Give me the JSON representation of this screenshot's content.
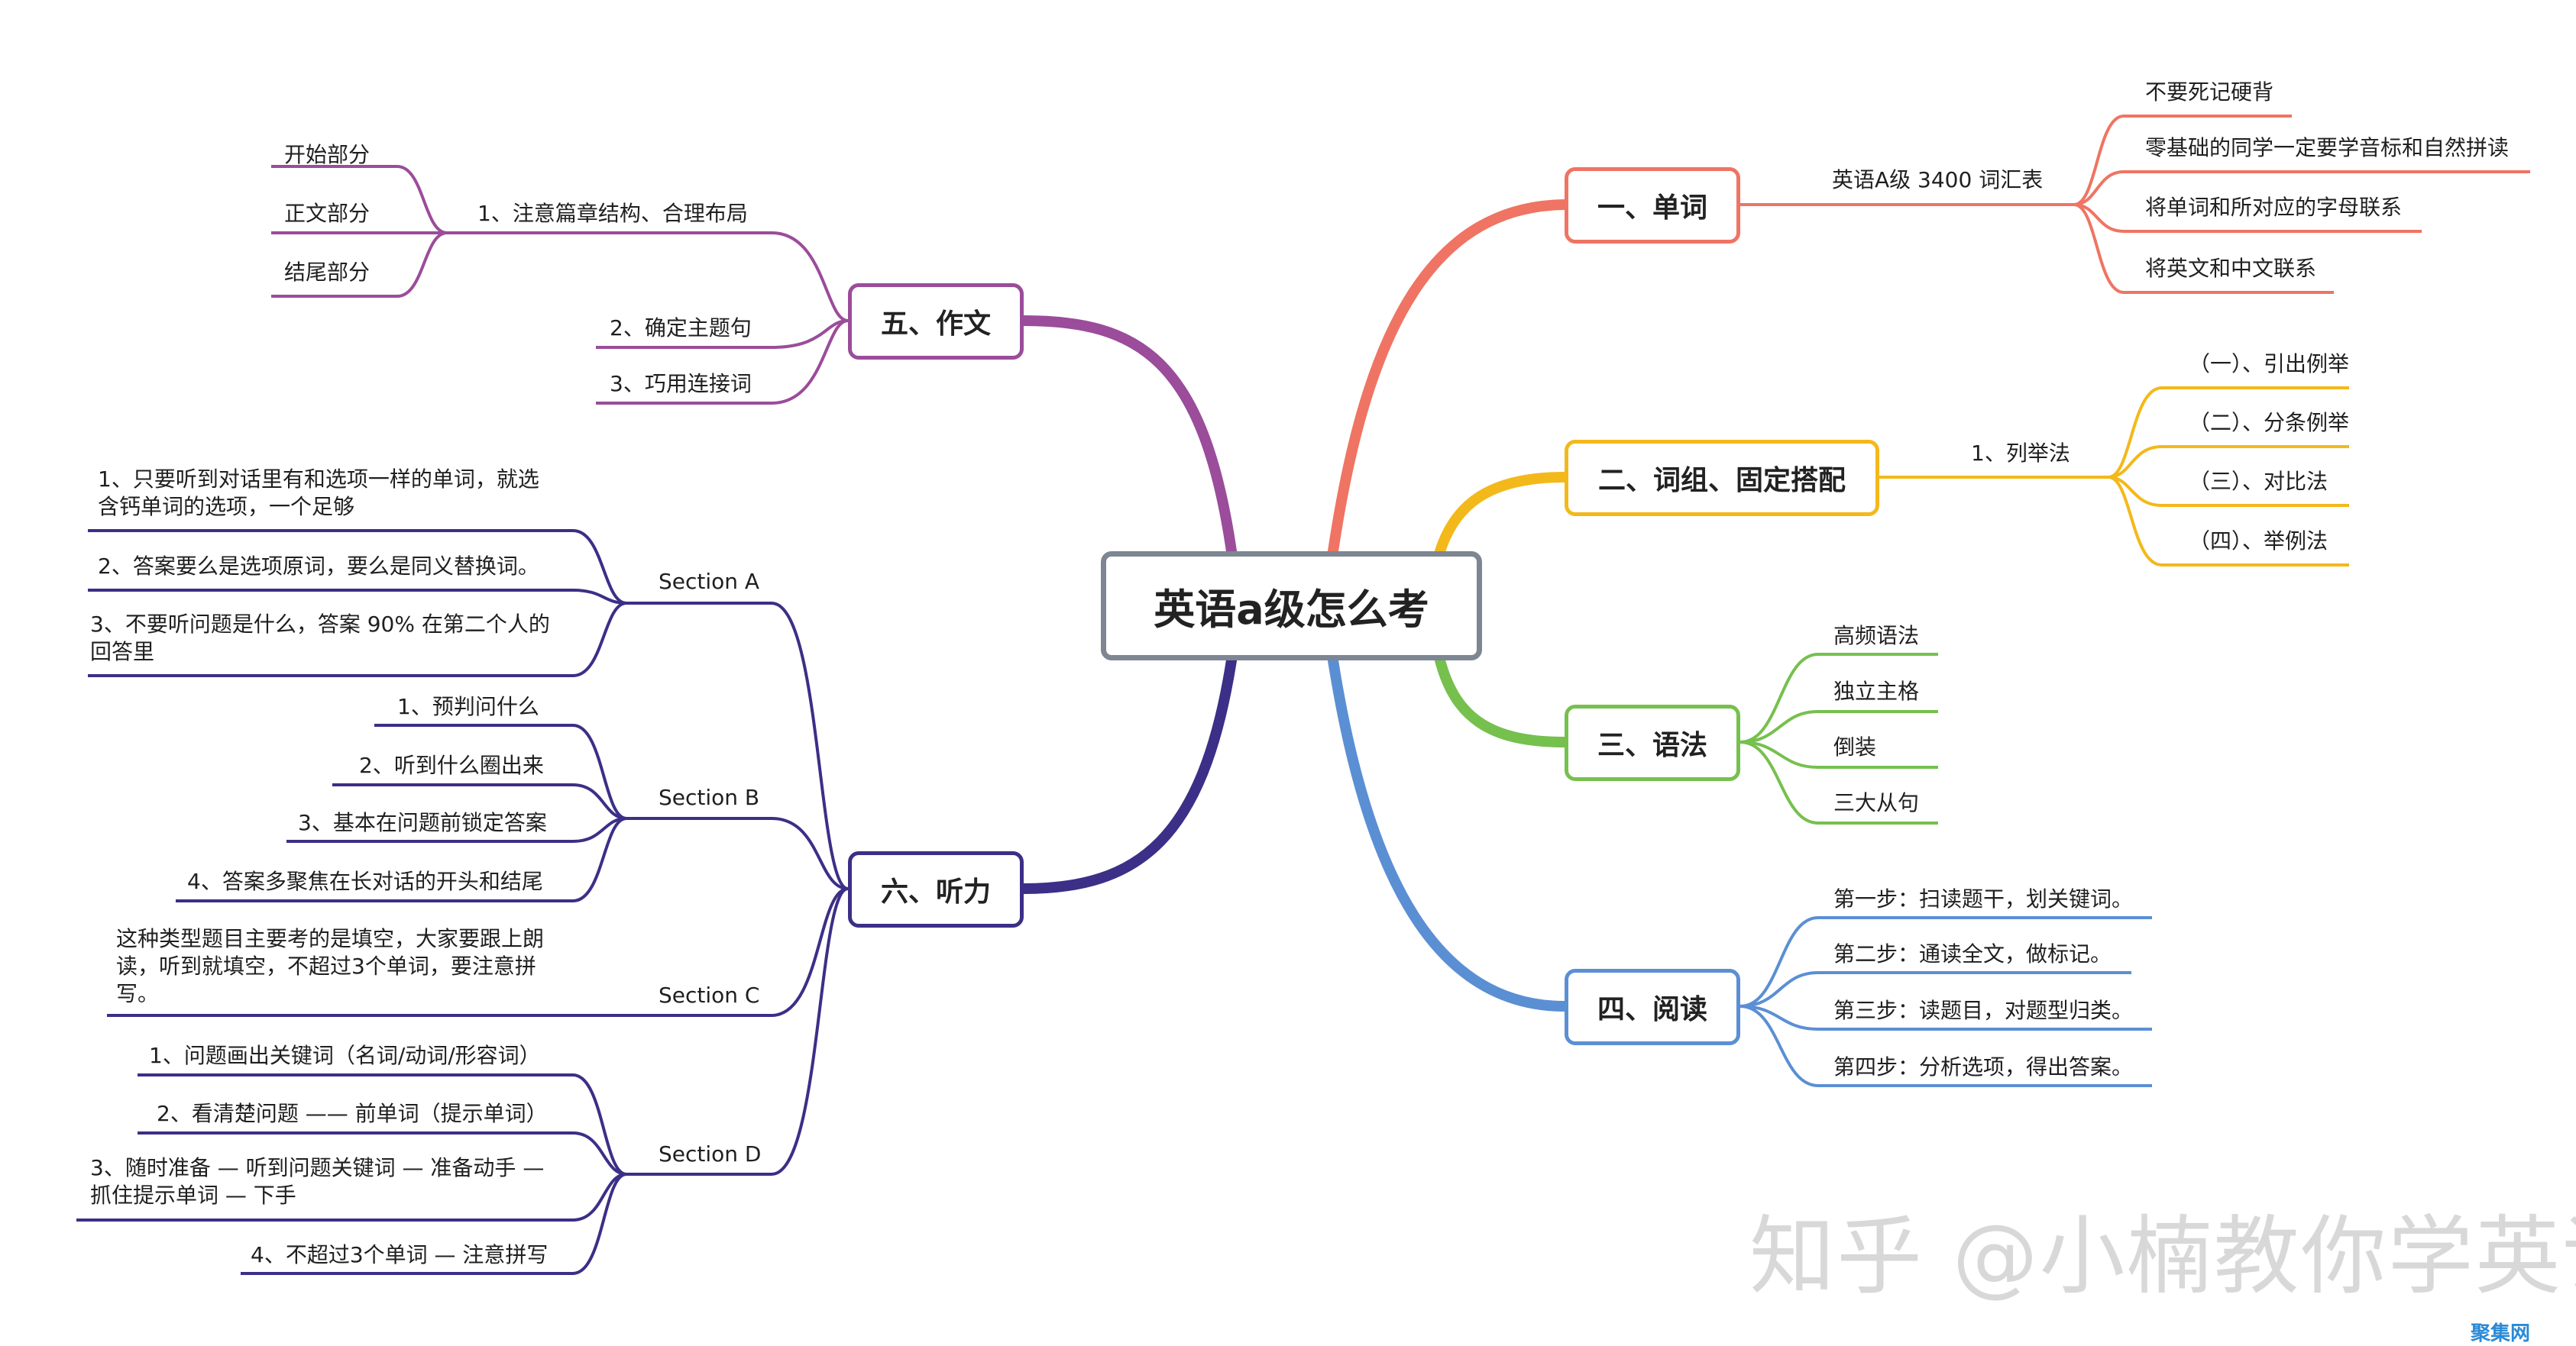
{
  "colors": {
    "words": "#ef7463",
    "phrases": "#f3b81a",
    "grammar": "#76c04e",
    "reading": "#5b8fd4",
    "writing": "#9b4c9a",
    "listening": "#3b2f87",
    "root_border": "#7d8692"
  },
  "root": {
    "title": "英语a级怎么考"
  },
  "words": {
    "title": "一、单词",
    "sub": "英语A级 3400 词汇表",
    "items": [
      "不要死记硬背",
      "零基础的同学一定要学音标和自然拼读",
      "将单词和所对应的字母联系",
      "将英文和中文联系"
    ]
  },
  "phrases": {
    "title": "二、词组、固定搭配",
    "sub": "1、列举法",
    "items": [
      "（一）、引出例举",
      "（二）、分条例举",
      "（三）、对比法",
      "（四）、举例法"
    ]
  },
  "grammar": {
    "title": "三、语法",
    "items": [
      "高频语法",
      "独立主格",
      "倒装",
      "三大从句"
    ]
  },
  "reading": {
    "title": "四、阅读",
    "items": [
      "第一步：扫读题干，划关键词。",
      "第二步：通读全文，做标记。",
      "第三步：读题目，对题型归类。",
      "第四步：分析选项，得出答案。"
    ]
  },
  "writing": {
    "title": "五、作文",
    "sub1": "1、注意篇章结构、合理布局",
    "sub1_items": [
      "开始部分",
      "正文部分",
      "结尾部分"
    ],
    "sub2": "2、确定主题句",
    "sub3": "3、巧用连接词"
  },
  "listening": {
    "title": "六、听力",
    "section_a": "Section A",
    "a_items": [
      "1、只要听到对话里有和选项一样的单词，就选含钙单词的选项，一个足够",
      "2、答案要么是选项原词，要么是同义替换词。",
      "3、不要听问题是什么，答案 90% 在第二个人的回答里"
    ],
    "section_b": "Section B",
    "b_items": [
      "1、预判问什么",
      "2、听到什么圈出来",
      "3、基本在问题前锁定答案",
      "4、答案多聚焦在长对话的开头和结尾"
    ],
    "section_c": "Section C",
    "c_text": "这种类型题目主要考的是填空，大家要跟上朗读，听到就填空，不超过3个单词，要注意拼写。",
    "section_d": "Section D",
    "d_items": [
      "1、问题画出关键词（名词/动词/形容词）",
      "2、看清楚问题 —— 前单词（提示单词）",
      "3、随时准备 — 听到问题关键词 — 准备动手 — 抓住提示单词 — 下手",
      "4、不超过3个单词 — 注意拼写"
    ]
  },
  "watermark": {
    "text": "知乎 @小楠教你学英语",
    "corner": "聚集网"
  }
}
